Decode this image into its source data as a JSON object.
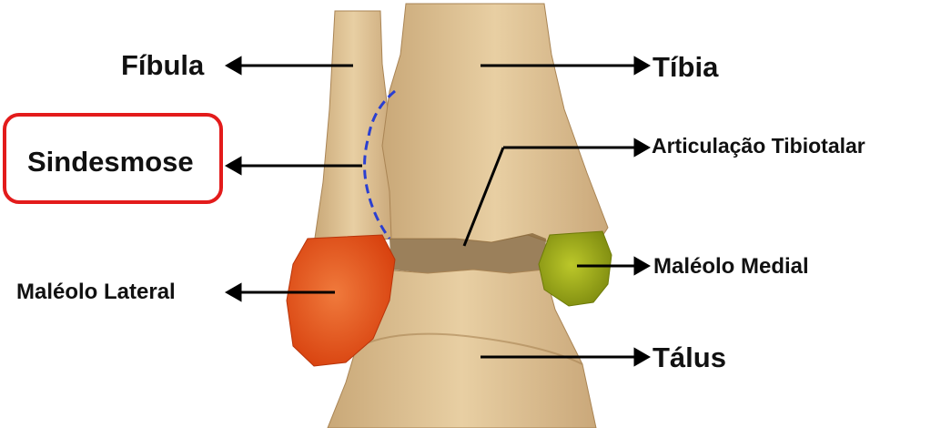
{
  "labels": {
    "fibula": "Fíbula",
    "tibia": "Tíbia",
    "sindesmose": "Sindesmose",
    "articulacao": "Articulação Tibiotalar",
    "maleolo_medial": "Maléolo Medial",
    "maleolo_lateral": "Maléolo Lateral",
    "talus": "Tálus"
  },
  "colors": {
    "bone": "#e3c596",
    "bone_shadow": "#b89566",
    "lateral_malleolus": "#e8571e",
    "medial_malleolus": "#a6b51a",
    "syndesmosis_line": "#2a3fd1",
    "highlight_border": "#e31b1b",
    "arrow": "#000000"
  }
}
